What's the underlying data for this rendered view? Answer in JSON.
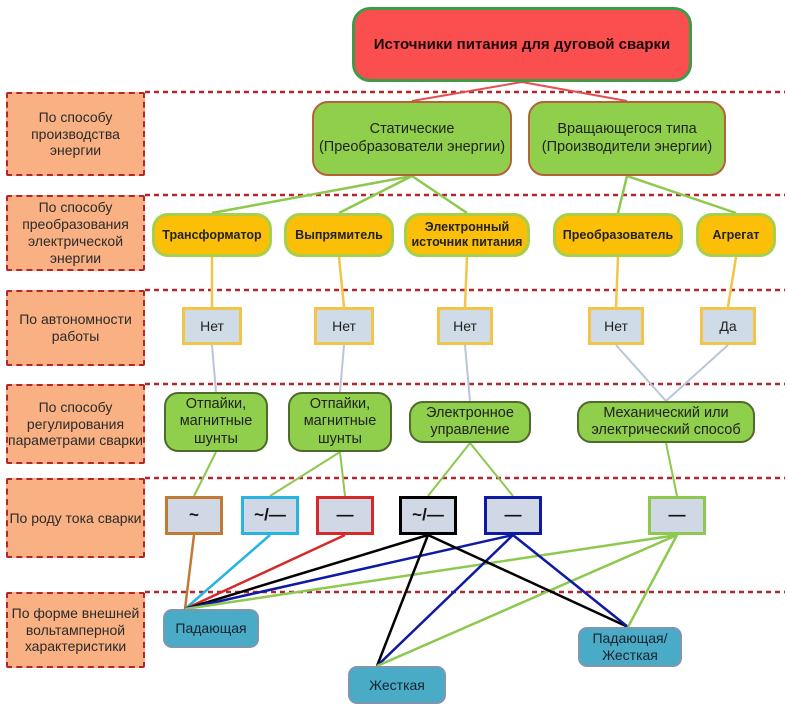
{
  "title": "Источники питания для дуговой сварки",
  "row_labels": [
    "По способу производства энергии",
    "По способу преобразования электрической энергии",
    "По автономности работы",
    "По способу регулирования параметрами сварки",
    "По роду тока сварки",
    "По форме внешней вольтамперной характеристики"
  ],
  "energy_production": [
    {
      "id": "static",
      "text": "Статические (Преобразователи энергии)"
    },
    {
      "id": "rotating",
      "text": "Вращающегося типа (Производители энергии)"
    }
  ],
  "energy_conversion": [
    {
      "id": "transformer",
      "text": "Трансформатор",
      "parent": "static"
    },
    {
      "id": "rectifier",
      "text": "Выпрямитель",
      "parent": "static"
    },
    {
      "id": "electronic",
      "text": "Электронный источник питания",
      "parent": "static"
    },
    {
      "id": "converter",
      "text": "Преобразователь",
      "parent": "rotating"
    },
    {
      "id": "aggregate",
      "text": "Агрегат",
      "parent": "rotating"
    }
  ],
  "autonomy": [
    {
      "id": "a1",
      "text": "Нет",
      "parent": "transformer"
    },
    {
      "id": "a2",
      "text": "Нет",
      "parent": "rectifier"
    },
    {
      "id": "a3",
      "text": "Нет",
      "parent": "electronic"
    },
    {
      "id": "a4",
      "text": "Нет",
      "parent": "converter"
    },
    {
      "id": "a5",
      "text": "Да",
      "parent": "aggregate"
    }
  ],
  "regulation": [
    {
      "id": "r1",
      "text": "Отпайки, магнитные шунты",
      "parents": [
        "a1"
      ]
    },
    {
      "id": "r2",
      "text": "Отпайки, магнитные шунты",
      "parents": [
        "a2"
      ]
    },
    {
      "id": "r3",
      "text": "Электронное управление",
      "parents": [
        "a3"
      ]
    },
    {
      "id": "r4",
      "text": "Механический или электрический способ",
      "parents": [
        "a4",
        "a5"
      ]
    }
  ],
  "current_type": [
    {
      "id": "c1",
      "text": "~",
      "parent": "r1",
      "color": "#c07a35"
    },
    {
      "id": "c2",
      "text": "~/—",
      "parent": "r2",
      "color": "#27b4e0"
    },
    {
      "id": "c3",
      "text": "—",
      "parent": "r2",
      "color": "#d42a2a"
    },
    {
      "id": "c4",
      "text": "~/—",
      "parent": "r3",
      "color": "#000000"
    },
    {
      "id": "c5",
      "text": "—",
      "parent": "r3",
      "color": "#0f1aa3"
    },
    {
      "id": "c6",
      "text": "—",
      "parent": "r4",
      "color": "#8dc84f"
    }
  ],
  "vac_characteristic": [
    {
      "id": "v1",
      "text": "Падающая",
      "parents": [
        "c1",
        "c2",
        "c3",
        "c4",
        "c5",
        "c6"
      ]
    },
    {
      "id": "v2",
      "text": "Жесткая",
      "parents": [
        "c4",
        "c5",
        "c6"
      ]
    },
    {
      "id": "v3",
      "text": "Падающая/ Жесткая",
      "parents": [
        "c4",
        "c5",
        "c6"
      ]
    }
  ],
  "colors": {
    "row_label_fill": "#f9b183",
    "row_divider": "#b3262b",
    "root_fill": "#fb4e4e",
    "green_fill": "#8fcf4b",
    "yellow_fill": "#fbbf08",
    "yesno_fill": "#cfdbe6",
    "vac_fill": "#4aabc7",
    "link_root": "#e05050",
    "link_green": "#8dc84f",
    "link_yellow": "#f2c44a",
    "link_grey": "#b8c6d6"
  }
}
